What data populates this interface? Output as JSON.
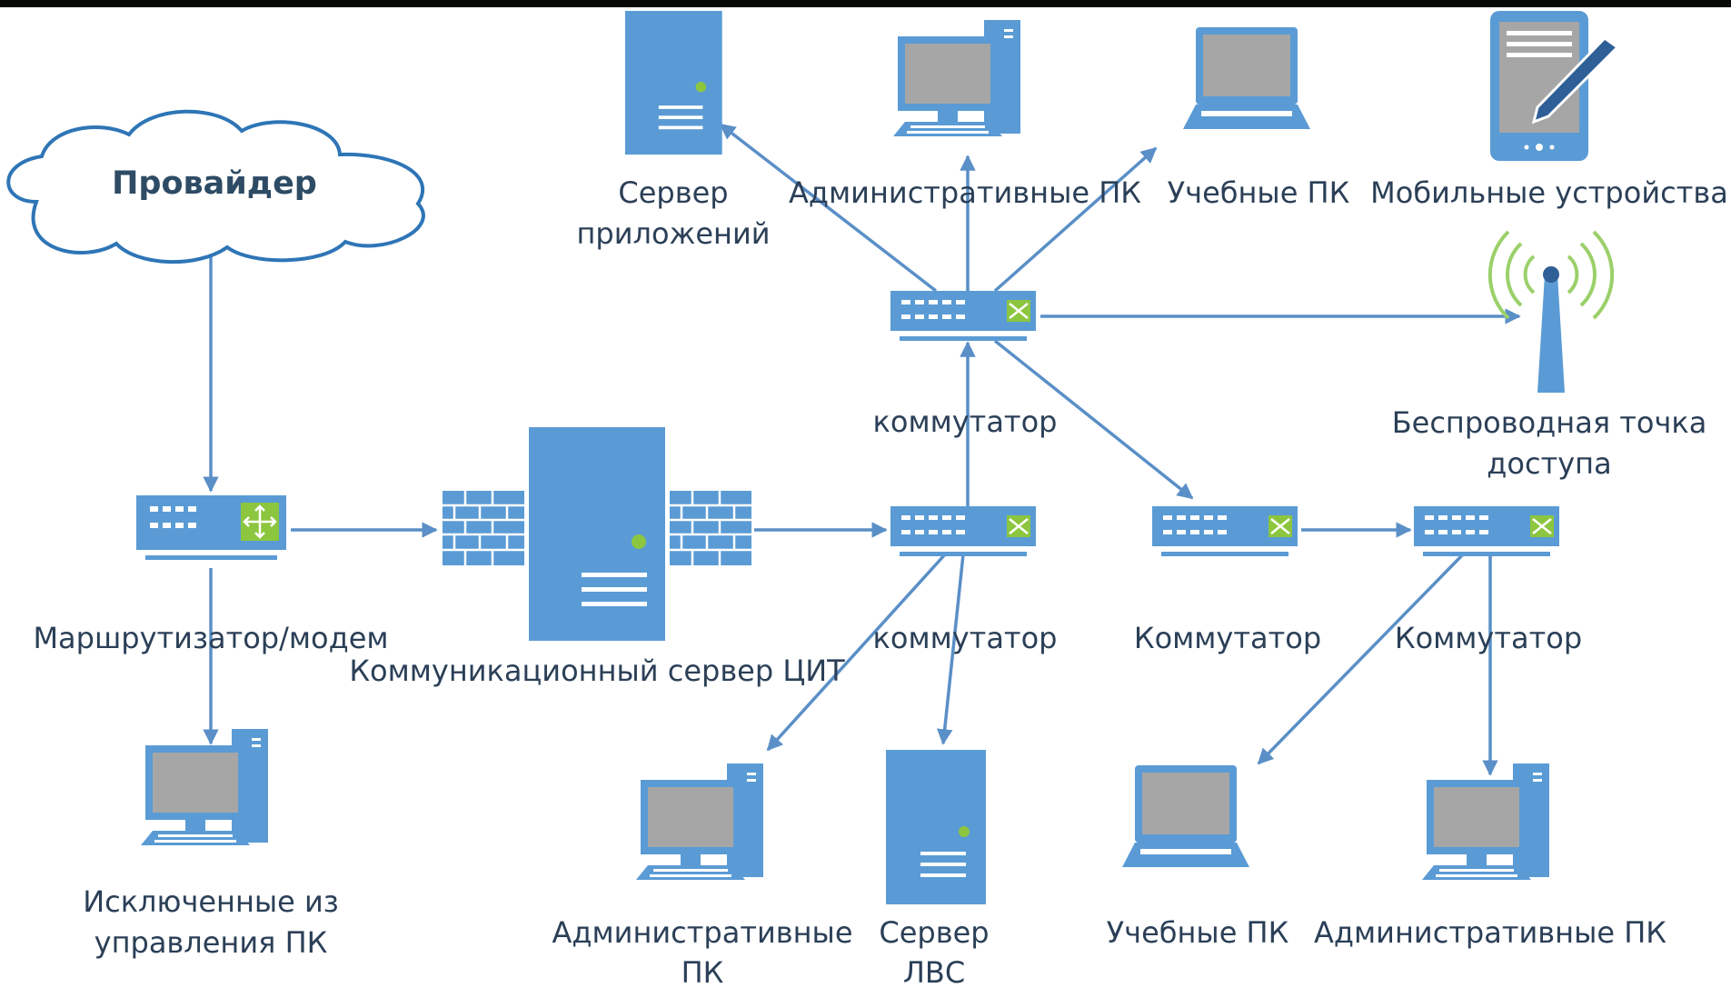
{
  "cloud": {
    "label": "Провайдер"
  },
  "labels": {
    "router": "Маршрутизатор/модем",
    "excluded_pc_line1": "Исключенные из",
    "excluded_pc_line2": "управления ПК",
    "comm_server": "Коммуникационный сервер ЦИТ",
    "switch_center": "коммутатор",
    "switch_top": "коммутатор",
    "switch_mid": "Коммутатор",
    "switch_right": "Коммутатор",
    "app_server_line1": "Сервер",
    "app_server_line2": "приложений",
    "admin_pc_top": "Административные ПК",
    "edu_pc_top": "Учебные ПК",
    "mobile": "Мобильные устройства",
    "wifi_line1": "Беспроводная точка",
    "wifi_line2": "доступа",
    "admin_pc_bottom_line1": "Административные",
    "admin_pc_bottom_line2": "ПК",
    "lan_server_line1": "Сервер",
    "lan_server_line2": "ЛВС",
    "edu_pc_bottom": "Учебные ПК",
    "admin_pc_bottom_right": "Административные ПК"
  },
  "colors": {
    "device_blue": "#5a9bd5",
    "line_blue": "#5a8fc7",
    "screen_gray": "#a6a6a6",
    "switch_green": "#8cc63f",
    "wifi_green": "#9bd06a",
    "cloud_stroke": "#2e75b6",
    "text": "#2b3f57",
    "top_bar": "#050a06"
  }
}
